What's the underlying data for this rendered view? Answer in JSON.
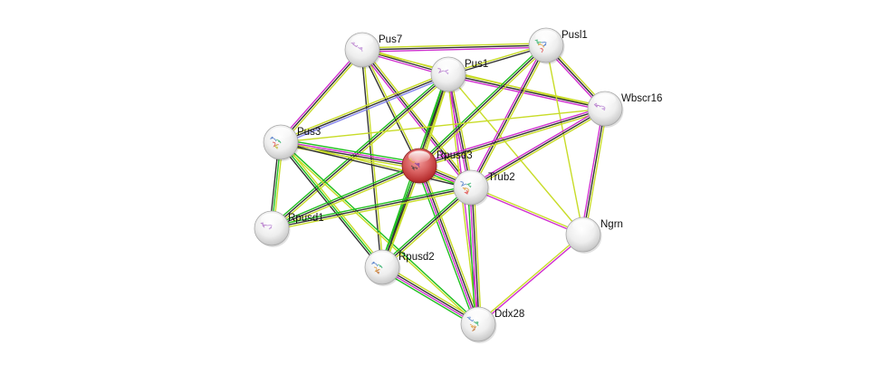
{
  "diagram": {
    "type": "protein-interaction-network",
    "query_node": "Rpusd3",
    "nodes": [
      {
        "id": "Pus7",
        "label": "Pus7",
        "query": false,
        "structure_colors": [
          "#b070c8",
          "#c090d8"
        ]
      },
      {
        "id": "Pus1",
        "label": "Pus1",
        "query": false,
        "structure_colors": [
          "#b070c8",
          "#c090d8"
        ]
      },
      {
        "id": "Pusl1",
        "label": "Pusl1",
        "query": false,
        "structure_colors": [
          "#3cb371",
          "#4a78c8",
          "#e0a040",
          "#e05050"
        ]
      },
      {
        "id": "Wbscr16",
        "label": "Wbscr16",
        "query": false,
        "structure_colors": [
          "#b070c8",
          "#c090d8"
        ]
      },
      {
        "id": "Pus3",
        "label": "Pus3",
        "query": false,
        "structure_colors": [
          "#4a78c8",
          "#3cb371",
          "#e05050",
          "#c0c040"
        ]
      },
      {
        "id": "Rpusd3",
        "label": "Rpusd3",
        "query": true,
        "structure_colors": [
          "#e0a040",
          "#8040a0",
          "#404040"
        ]
      },
      {
        "id": "Trub2",
        "label": "Trub2",
        "query": false,
        "structure_colors": [
          "#4a78c8",
          "#3cb371",
          "#e0a040",
          "#e05050"
        ]
      },
      {
        "id": "Rpusd1",
        "label": "Rpusd1",
        "query": false,
        "structure_colors": [
          "#b070c8",
          "#c090d8"
        ]
      },
      {
        "id": "Ngrn",
        "label": "Ngrn",
        "query": false,
        "structure_colors": []
      },
      {
        "id": "Rpusd2",
        "label": "Rpusd2",
        "query": false,
        "structure_colors": [
          "#4a78c8",
          "#3cb371",
          "#e0a040",
          "#c07030"
        ]
      },
      {
        "id": "Ddx28",
        "label": "Ddx28",
        "query": false,
        "structure_colors": [
          "#4a78c8",
          "#3cb371",
          "#e0a040",
          "#c07030"
        ]
      }
    ],
    "evidence_colors": {
      "textmining": "#c8dc28",
      "coexpression": "#333333",
      "experiments": "#d030d0",
      "databases": "#20c020",
      "homology": "#8888ee"
    },
    "edges": [
      {
        "a": "Pus7",
        "b": "Pus1",
        "evidence": [
          "textmining",
          "coexpression",
          "experiments"
        ]
      },
      {
        "a": "Pus7",
        "b": "Pusl1",
        "evidence": [
          "textmining",
          "coexpression",
          "experiments"
        ]
      },
      {
        "a": "Pus7",
        "b": "Pus3",
        "evidence": [
          "textmining",
          "coexpression",
          "experiments"
        ]
      },
      {
        "a": "Pus7",
        "b": "Rpusd3",
        "evidence": [
          "textmining",
          "coexpression"
        ]
      },
      {
        "a": "Pus7",
        "b": "Trub2",
        "evidence": [
          "textmining",
          "coexpression",
          "experiments"
        ]
      },
      {
        "a": "Pus7",
        "b": "Rpusd2",
        "evidence": [
          "textmining",
          "coexpression"
        ]
      },
      {
        "a": "Pus7",
        "b": "Wbscr16",
        "evidence": [
          "textmining"
        ]
      },
      {
        "a": "Pus1",
        "b": "Pusl1",
        "evidence": [
          "textmining",
          "coexpression"
        ]
      },
      {
        "a": "Pus1",
        "b": "Pus3",
        "evidence": [
          "homology",
          "coexpression",
          "textmining"
        ]
      },
      {
        "a": "Pus1",
        "b": "Rpusd3",
        "evidence": [
          "textmining",
          "coexpression",
          "databases"
        ]
      },
      {
        "a": "Pus1",
        "b": "Trub2",
        "evidence": [
          "textmining",
          "coexpression",
          "experiments"
        ]
      },
      {
        "a": "Pus1",
        "b": "Wbscr16",
        "evidence": [
          "textmining",
          "coexpression",
          "experiments"
        ]
      },
      {
        "a": "Pus1",
        "b": "Rpusd1",
        "evidence": [
          "textmining",
          "coexpression",
          "databases"
        ]
      },
      {
        "a": "Pus1",
        "b": "Rpusd2",
        "evidence": [
          "textmining",
          "coexpression",
          "databases"
        ]
      },
      {
        "a": "Pus1",
        "b": "Ddx28",
        "evidence": [
          "experiments",
          "textmining"
        ]
      },
      {
        "a": "Pus1",
        "b": "Ngrn",
        "evidence": [
          "textmining"
        ]
      },
      {
        "a": "Pusl1",
        "b": "Wbscr16",
        "evidence": [
          "textmining",
          "coexpression",
          "experiments"
        ]
      },
      {
        "a": "Pusl1",
        "b": "Rpusd3",
        "evidence": [
          "textmining",
          "coexpression",
          "databases"
        ]
      },
      {
        "a": "Pusl1",
        "b": "Trub2",
        "evidence": [
          "textmining",
          "coexpression",
          "experiments"
        ]
      },
      {
        "a": "Pusl1",
        "b": "Ngrn",
        "evidence": [
          "textmining"
        ]
      },
      {
        "a": "Wbscr16",
        "b": "Rpusd3",
        "evidence": [
          "textmining",
          "coexpression",
          "experiments"
        ]
      },
      {
        "a": "Wbscr16",
        "b": "Trub2",
        "evidence": [
          "textmining",
          "coexpression",
          "experiments"
        ]
      },
      {
        "a": "Wbscr16",
        "b": "Ngrn",
        "evidence": [
          "textmining",
          "coexpression",
          "experiments"
        ]
      },
      {
        "a": "Wbscr16",
        "b": "Pus3",
        "evidence": [
          "textmining"
        ]
      },
      {
        "a": "Pus3",
        "b": "Rpusd3",
        "evidence": [
          "databases",
          "experiments",
          "coexpression",
          "textmining"
        ]
      },
      {
        "a": "Pus3",
        "b": "Trub2",
        "evidence": [
          "textmining",
          "coexpression"
        ]
      },
      {
        "a": "Pus3",
        "b": "Rpusd1",
        "evidence": [
          "textmining",
          "databases",
          "coexpression"
        ]
      },
      {
        "a": "Pus3",
        "b": "Rpusd2",
        "evidence": [
          "textmining",
          "databases",
          "coexpression"
        ]
      },
      {
        "a": "Pus3",
        "b": "Ddx28",
        "evidence": [
          "databases",
          "textmining"
        ]
      },
      {
        "a": "Rpusd3",
        "b": "Trub2",
        "evidence": [
          "textmining",
          "coexpression",
          "experiments",
          "databases"
        ]
      },
      {
        "a": "Rpusd3",
        "b": "Rpusd1",
        "evidence": [
          "textmining",
          "coexpression",
          "databases"
        ]
      },
      {
        "a": "Rpusd3",
        "b": "Rpusd2",
        "evidence": [
          "textmining",
          "coexpression",
          "databases"
        ]
      },
      {
        "a": "Rpusd3",
        "b": "Ddx28",
        "evidence": [
          "textmining",
          "coexpression",
          "experiments",
          "databases"
        ]
      },
      {
        "a": "Trub2",
        "b": "Rpusd1",
        "evidence": [
          "textmining",
          "coexpression",
          "databases"
        ]
      },
      {
        "a": "Trub2",
        "b": "Rpusd2",
        "evidence": [
          "textmining",
          "coexpression",
          "databases"
        ]
      },
      {
        "a": "Trub2",
        "b": "Ddx28",
        "evidence": [
          "textmining",
          "coexpression",
          "experiments",
          "databases"
        ]
      },
      {
        "a": "Trub2",
        "b": "Ngrn",
        "evidence": [
          "textmining",
          "experiments"
        ]
      },
      {
        "a": "Rpusd2",
        "b": "Ddx28",
        "evidence": [
          "textmining",
          "coexpression",
          "experiments",
          "databases"
        ]
      },
      {
        "a": "Ddx28",
        "b": "Ngrn",
        "evidence": [
          "textmining",
          "experiments"
        ]
      }
    ]
  }
}
